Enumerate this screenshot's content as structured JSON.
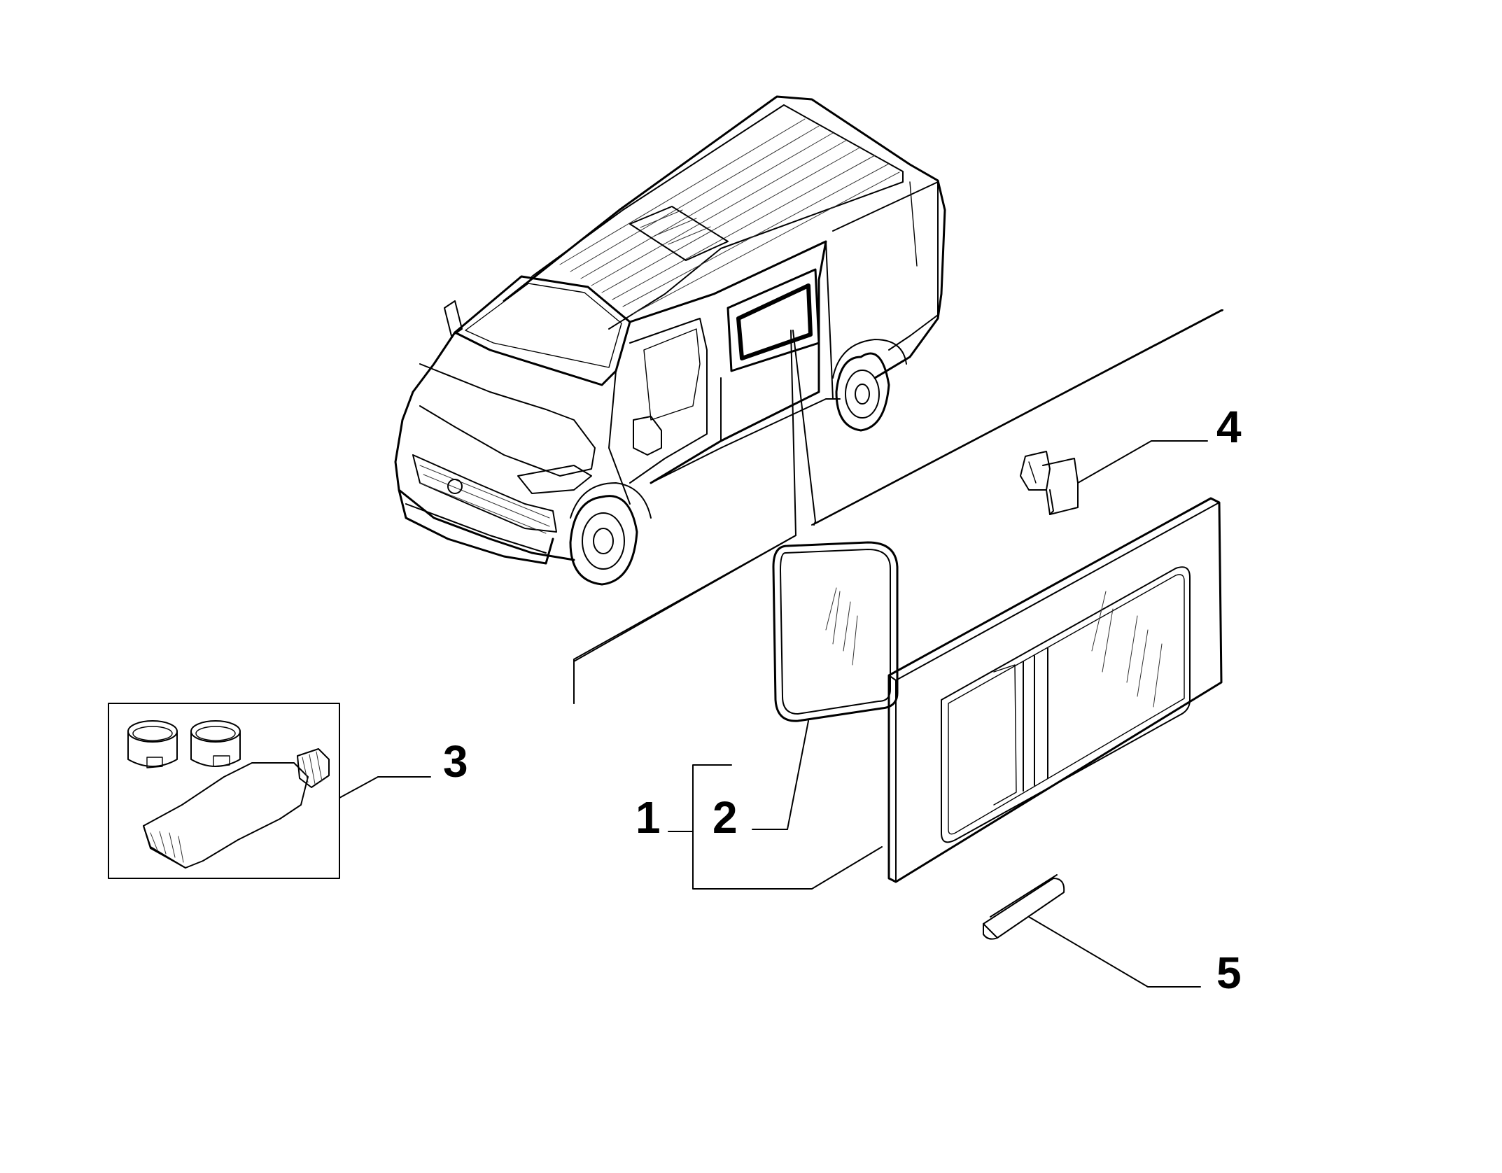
{
  "callouts": {
    "part_1": "1",
    "part_2": "2",
    "part_3": "3",
    "part_4": "4",
    "part_5": "5"
  },
  "colors": {
    "line": "#000000",
    "background": "#ffffff"
  },
  "icons": {
    "van": "van-illustration-icon",
    "small_glass": "small-window-glass-icon",
    "large_glass": "sliding-window-glass-icon",
    "kit": "adhesive-kit-icon",
    "clip": "clip-icon",
    "cap": "cap-icon"
  }
}
